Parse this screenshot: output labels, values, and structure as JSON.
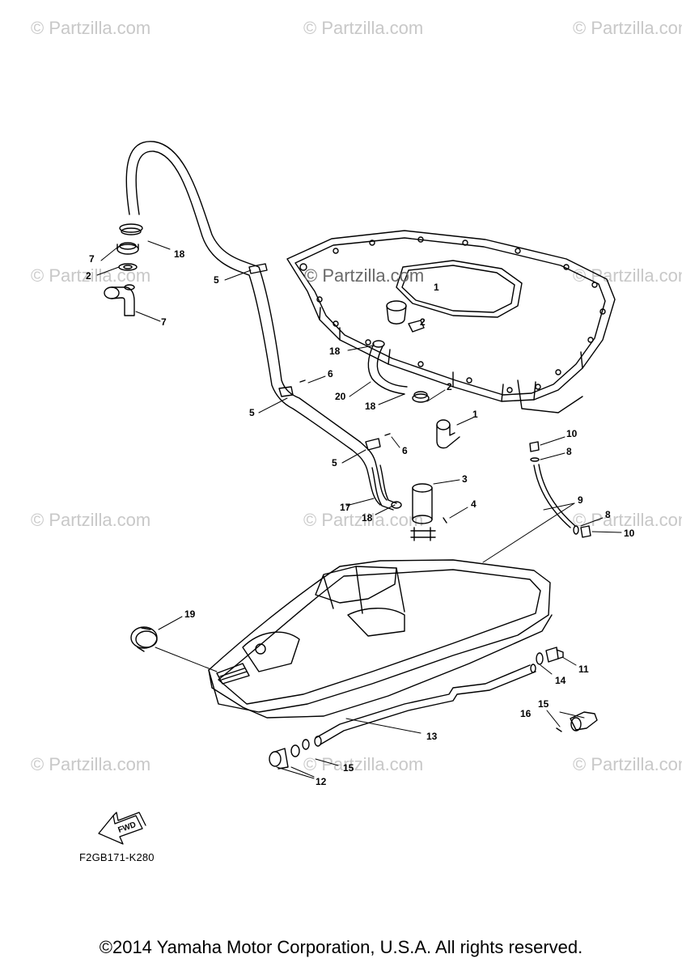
{
  "watermark": {
    "text": "© Partzilla.com",
    "center_text": "© Partzilla.com"
  },
  "diagram": {
    "code": "F2GB171-K280",
    "direction_arrow_label": "FWD",
    "callouts": [
      "1",
      "2",
      "1",
      "2",
      "3",
      "4",
      "5",
      "5",
      "5",
      "6",
      "6",
      "7",
      "2",
      "7",
      "8",
      "8",
      "9",
      "10",
      "10",
      "11",
      "12",
      "13",
      "14",
      "15",
      "15",
      "16",
      "17",
      "18",
      "18",
      "18",
      "18",
      "19",
      "20"
    ]
  },
  "footer": {
    "copyright": "©2014 Yamaha Motor Corporation, U.S.A. All rights reserved."
  }
}
